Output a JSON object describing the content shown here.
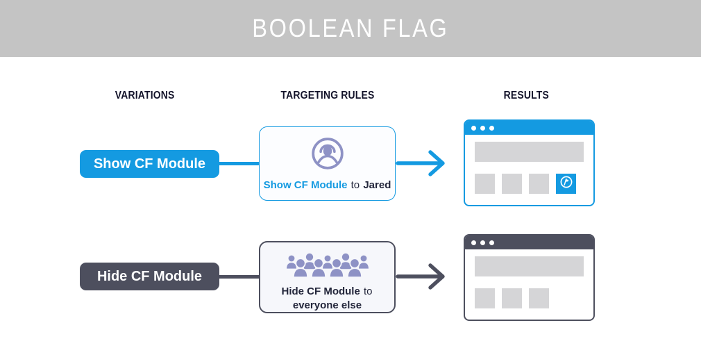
{
  "header": {
    "title": "BOOLEAN FLAG"
  },
  "columns": [
    {
      "label": "VARIATIONS"
    },
    {
      "label": "TARGETING RULES"
    },
    {
      "label": "RESULTS"
    }
  ],
  "rows": [
    {
      "variation_label": "Show CF Module",
      "rule": {
        "icon": "single-user-icon",
        "action": "Show CF Module",
        "connector": "to",
        "audience": "Jared"
      },
      "result": {
        "style": "blue-browser-window",
        "window_dots": 3,
        "placeholder_tiles": 3,
        "flag_tile": true,
        "flag_tile_icon": "flag-in-circle-icon"
      }
    },
    {
      "variation_label": "Hide CF Module",
      "rule": {
        "icon": "user-group-icon",
        "action": "Hide CF Module",
        "connector": "to",
        "audience": "everyone else"
      },
      "result": {
        "style": "dark-browser-window",
        "window_dots": 3,
        "placeholder_tiles": 3,
        "flag_tile": false
      }
    }
  ],
  "colors": {
    "blue": "#149ae1",
    "dark": "#4d4f5e",
    "purple": "#8e92c5",
    "band": "#c4c4c4",
    "tile": "#d5d5d7",
    "ink": "#14142b"
  }
}
